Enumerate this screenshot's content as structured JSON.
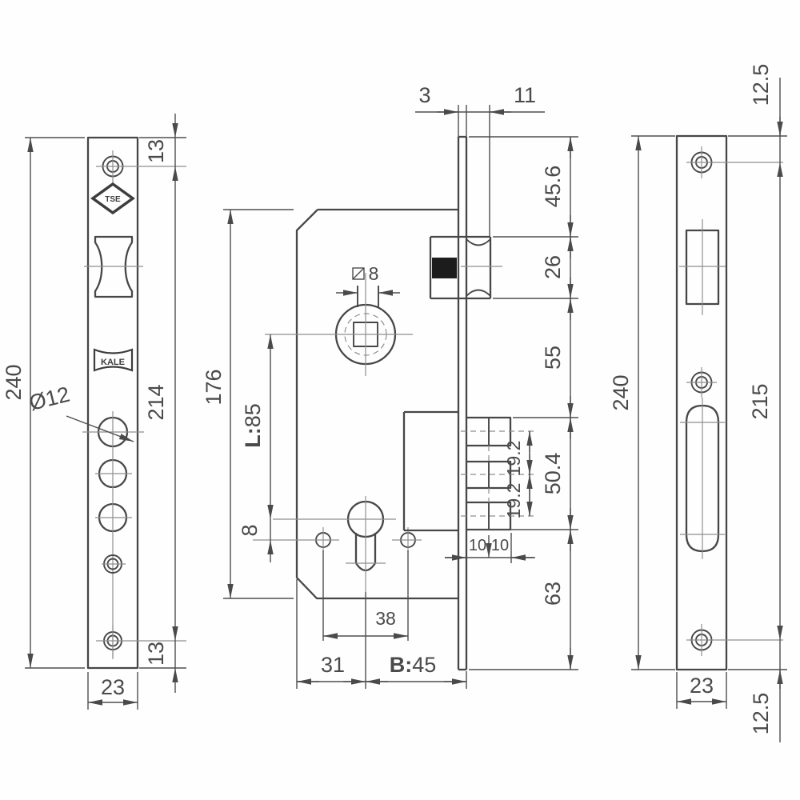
{
  "faceplate_view": {
    "dim_height": "240",
    "dim_hole_span": "214",
    "dim_top_offset": "13",
    "dim_bottom_offset": "13",
    "dim_width": "23",
    "dim_hole_dia": "Ø12",
    "logo_tse": "TSE",
    "logo_kale": "KALE"
  },
  "body_view": {
    "dim_plate_thickness": "3",
    "dim_latch_protrusion": "11",
    "dim_top_to_latch": "45.6",
    "dim_latch_height": "26",
    "dim_latch_to_bolt": "55",
    "dim_bolt_height": "50.4",
    "dim_bolt_to_bottom": "63",
    "dim_tooth_pitch_a": "19.2",
    "dim_tooth_pitch_b": "19.2",
    "dim_throw_a": "10",
    "dim_throw_b": "10",
    "dim_case_height": "176",
    "centers_prefix": "L:",
    "centers_value": "85",
    "dim_cylinder_offset": "8",
    "dim_spindle_square": "8",
    "dim_screw_span": "38",
    "dim_edge_to_center": "31",
    "backset_prefix": "B:",
    "backset_value": "45"
  },
  "strike_view": {
    "dim_top_offset": "12.5",
    "dim_height": "240",
    "dim_hole_span": "215",
    "dim_width": "23",
    "dim_bottom_offset": "12.5"
  }
}
